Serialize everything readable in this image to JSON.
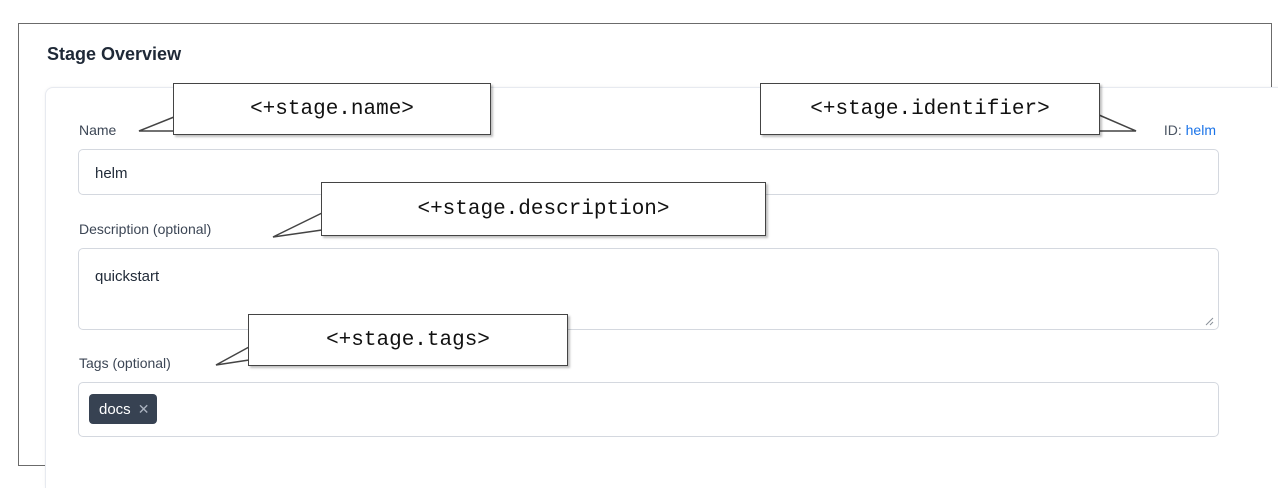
{
  "section": {
    "title": "Stage Overview"
  },
  "name": {
    "label": "Name",
    "value": "helm",
    "id_prefix": "ID:",
    "id_value": "helm"
  },
  "description": {
    "label": "Description (optional)",
    "value": "quickstart"
  },
  "tags": {
    "label": "Tags (optional)",
    "items": [
      {
        "label": "docs",
        "remove_icon": "close-icon"
      }
    ]
  },
  "callouts": {
    "name": "<+stage.name>",
    "identifier": "<+stage.identifier>",
    "description": "<+stage.description>",
    "tags": "<+stage.tags>"
  },
  "colors": {
    "id_link": "#1a73e8",
    "tag_bg": "#374252",
    "text": "#1f2937"
  }
}
